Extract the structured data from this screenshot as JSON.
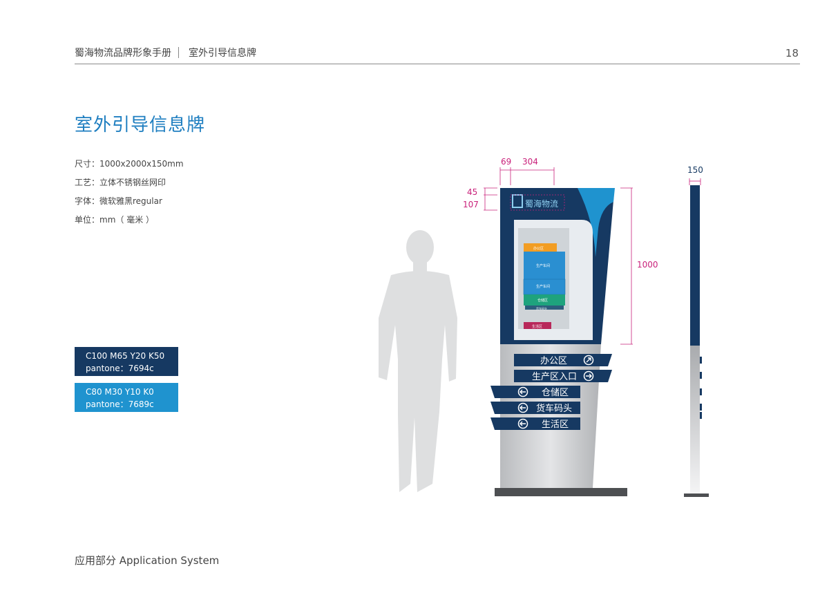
{
  "header": {
    "brand_manual": "蜀海物流品牌形象手册",
    "section": "室外引导信息牌",
    "page_number": "18"
  },
  "title": "室外引导信息牌",
  "specs": [
    "尺寸：1000x2000x150mm",
    "工艺：立体不锈钢丝网印",
    "字体：微软雅黑regular",
    "单位：mm（ 毫米 ）"
  ],
  "swatches": [
    {
      "line1": "C100 M65 Y20 K50",
      "line2": "pantone：7694c",
      "color": "#163962"
    },
    {
      "line1": "C80 M30 Y10 K0",
      "line2": "pantone：7689c",
      "color": "#1f93cf"
    }
  ],
  "dimensions": {
    "d69": "69",
    "d304": "304",
    "d45": "45",
    "d107": "107",
    "d1000": "1000",
    "d150": "150"
  },
  "sign": {
    "logo_text": "蜀海物流",
    "directions": [
      "办公区",
      "生产区入口",
      "仓储区",
      "货车码头",
      "生活区"
    ],
    "map_labels": [
      "生产车间",
      "生产车间",
      "仓储区",
      "货车码头",
      "办公区",
      "生活区"
    ]
  },
  "footer": "应用部分 Application System"
}
